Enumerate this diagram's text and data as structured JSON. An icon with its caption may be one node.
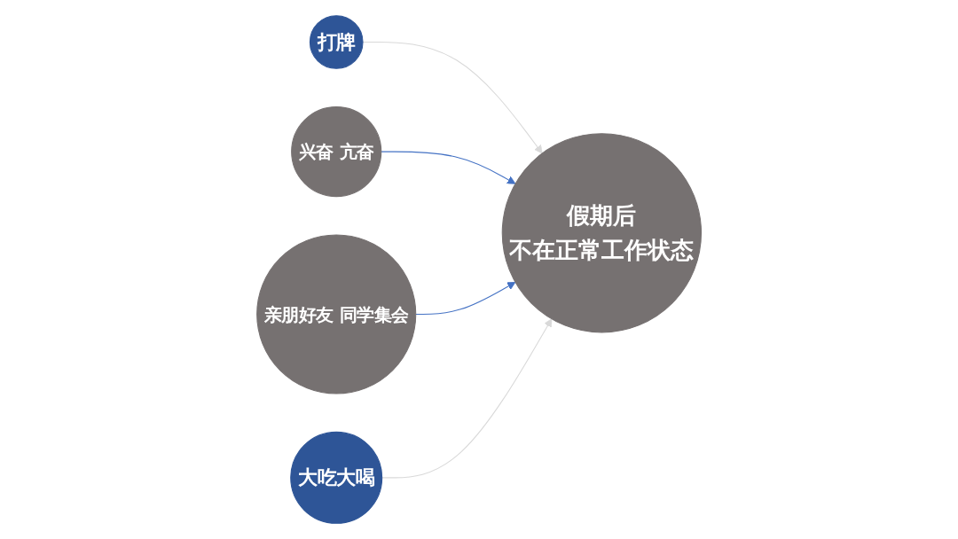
{
  "diagram": {
    "nodes": [
      {
        "text": [
          "打牌"
        ]
      },
      {
        "text": [
          "兴奋 亢奋"
        ]
      },
      {
        "text": [
          "假期后",
          "不在正常工作状态"
        ]
      },
      {
        "text": [
          "亲朋好友 同学集会"
        ]
      },
      {
        "text": [
          "大吃大喝"
        ]
      }
    ],
    "edges": [
      {
        "from": 0,
        "to": 2,
        "arrow": "to",
        "color": "#d9d9d9"
      },
      {
        "from": 1,
        "to": 2,
        "arrow": "to",
        "color": "#4472c4"
      },
      {
        "from": 3,
        "to": 2,
        "arrow": "to",
        "color": "#4472c4"
      },
      {
        "from": 4,
        "to": 2,
        "arrow": "to",
        "color": "#d9d9d9"
      }
    ]
  }
}
